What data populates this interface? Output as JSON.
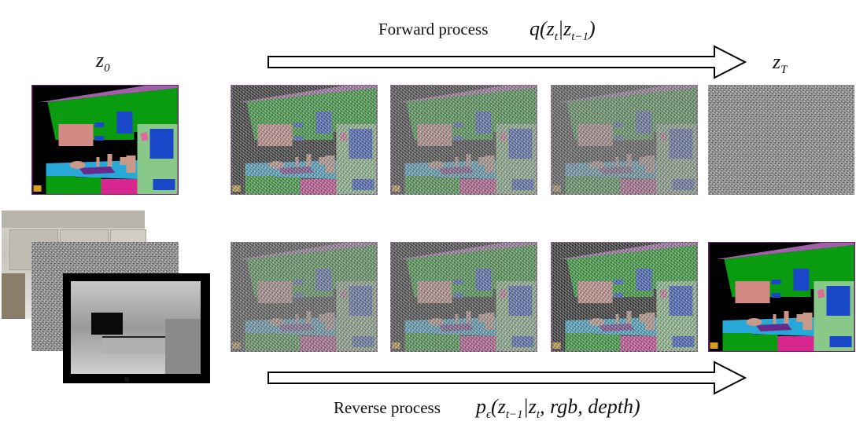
{
  "forward": {
    "label": "Forward process",
    "formula": "q(z",
    "formula_sub1": "t",
    "formula_mid": "|z",
    "formula_sub2": "t−1",
    "formula_end": ")"
  },
  "reverse": {
    "label": "Reverse process",
    "formula": "p",
    "formula_sub0": "ϵ",
    "formula_open": "(z",
    "formula_sub1": "t−1",
    "formula_mid": "|z",
    "formula_sub2": "t",
    "formula_end": ", rgb, depth)"
  },
  "z0": {
    "letter": "z",
    "sub": "0"
  },
  "zT": {
    "letter": "z",
    "sub": "T"
  },
  "colors": {
    "green": "#0a9c10",
    "purple": "#a060a8",
    "pink": "#d48a84",
    "blue": "#1a46c8",
    "cyan": "#28a8d8",
    "lightgreen": "#88c888",
    "magenta": "#d82890",
    "tan": "#c89888"
  },
  "noise_levels": {
    "forward": [
      0.55,
      0.72,
      0.88,
      1.0
    ],
    "reverse": [
      0.8,
      0.65,
      0.45,
      0.0
    ]
  }
}
